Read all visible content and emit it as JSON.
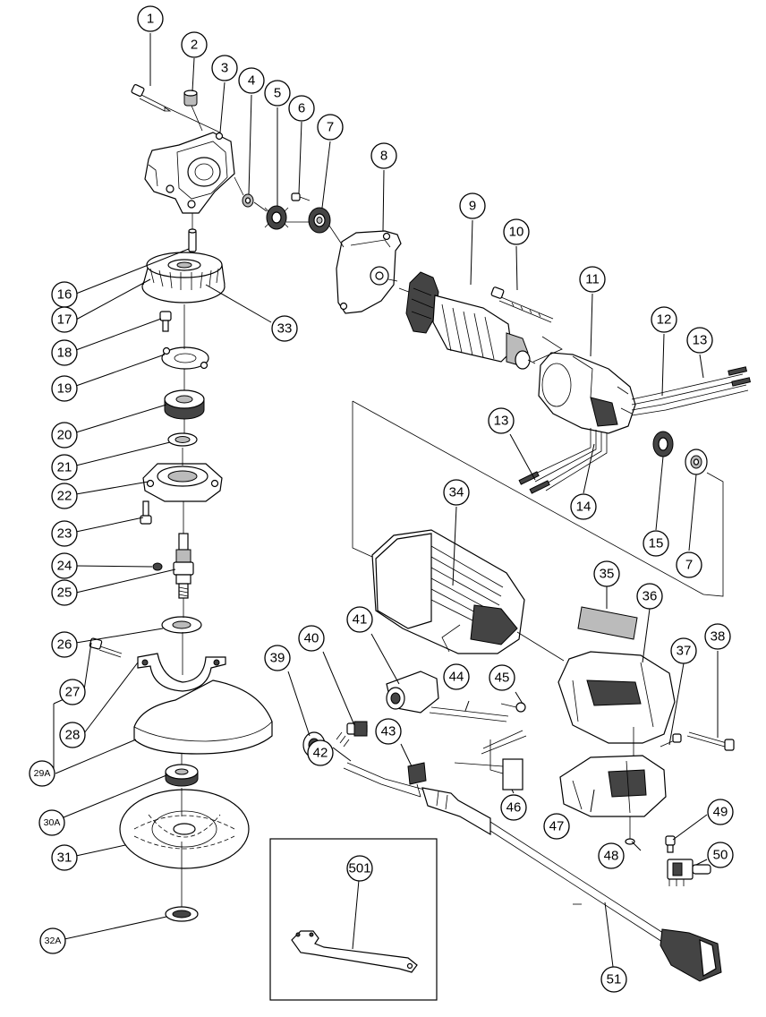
{
  "diagram": {
    "callouts": [
      {
        "id": "c1",
        "label": "1"
      },
      {
        "id": "c2",
        "label": "2"
      },
      {
        "id": "c3",
        "label": "3"
      },
      {
        "id": "c4",
        "label": "4"
      },
      {
        "id": "c5",
        "label": "5"
      },
      {
        "id": "c6",
        "label": "6"
      },
      {
        "id": "c7a",
        "label": "7"
      },
      {
        "id": "c8",
        "label": "8"
      },
      {
        "id": "c9",
        "label": "9"
      },
      {
        "id": "c10",
        "label": "10"
      },
      {
        "id": "c11",
        "label": "11"
      },
      {
        "id": "c12",
        "label": "12"
      },
      {
        "id": "c13a",
        "label": "13"
      },
      {
        "id": "c13b",
        "label": "13"
      },
      {
        "id": "c14",
        "label": "14"
      },
      {
        "id": "c15",
        "label": "15"
      },
      {
        "id": "c7b",
        "label": "7"
      },
      {
        "id": "c16",
        "label": "16"
      },
      {
        "id": "c17",
        "label": "17"
      },
      {
        "id": "c33",
        "label": "33"
      },
      {
        "id": "c18",
        "label": "18"
      },
      {
        "id": "c19",
        "label": "19"
      },
      {
        "id": "c20",
        "label": "20"
      },
      {
        "id": "c21",
        "label": "21"
      },
      {
        "id": "c22",
        "label": "22"
      },
      {
        "id": "c23",
        "label": "23"
      },
      {
        "id": "c24",
        "label": "24"
      },
      {
        "id": "c25",
        "label": "25"
      },
      {
        "id": "c26",
        "label": "26"
      },
      {
        "id": "c27",
        "label": "27"
      },
      {
        "id": "c28",
        "label": "28"
      },
      {
        "id": "c29a",
        "label": "29A"
      },
      {
        "id": "c30a",
        "label": "30A"
      },
      {
        "id": "c31",
        "label": "31"
      },
      {
        "id": "c32a",
        "label": "32A"
      },
      {
        "id": "c34",
        "label": "34"
      },
      {
        "id": "c35",
        "label": "35"
      },
      {
        "id": "c36",
        "label": "36"
      },
      {
        "id": "c37",
        "label": "37"
      },
      {
        "id": "c38",
        "label": "38"
      },
      {
        "id": "c39",
        "label": "39"
      },
      {
        "id": "c40",
        "label": "40"
      },
      {
        "id": "c41",
        "label": "41"
      },
      {
        "id": "c44",
        "label": "44"
      },
      {
        "id": "c45",
        "label": "45"
      },
      {
        "id": "c43",
        "label": "43"
      },
      {
        "id": "c42",
        "label": "42"
      },
      {
        "id": "c46",
        "label": "46"
      },
      {
        "id": "c47",
        "label": "47"
      },
      {
        "id": "c48",
        "label": "48"
      },
      {
        "id": "c49",
        "label": "49"
      },
      {
        "id": "c50",
        "label": "50"
      },
      {
        "id": "c501",
        "label": "501"
      },
      {
        "id": "c51",
        "label": "51"
      }
    ]
  }
}
